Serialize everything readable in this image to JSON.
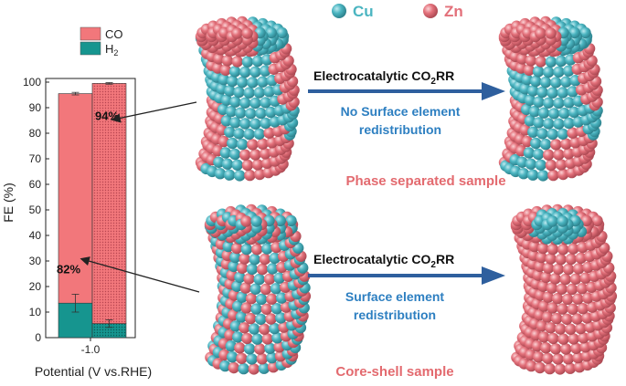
{
  "legend_top": {
    "cu_label": "Cu",
    "zn_label": "Zn"
  },
  "chart_legend": {
    "co_label": "CO",
    "h2_label": "H",
    "h2_sub": "2"
  },
  "chart_data": {
    "type": "bar",
    "ylabel": "FE (%)",
    "xlabel": "Potential (V vs.RHE)",
    "ylim": [
      0,
      100
    ],
    "yticks": [
      "0",
      "10",
      "20",
      "30",
      "40",
      "50",
      "60",
      "70",
      "80",
      "90",
      "100"
    ],
    "xtick": "-1.0",
    "bars": [
      {
        "pattern": "solid",
        "co": 82,
        "h2": 13.5,
        "h2_err": 3.5,
        "total_err": 0.5
      },
      {
        "pattern": "dotted",
        "co": 94,
        "h2": 5.5,
        "h2_err": 1.5,
        "total_err": 0.3
      }
    ],
    "annotations": [
      {
        "label": "94%",
        "bar_index": 1,
        "value": 87
      },
      {
        "label": "82%",
        "bar_index": 0,
        "value": 27
      }
    ]
  },
  "process_top": {
    "arrow_label": "Electrocatalytic CO",
    "arrow_label_sub": "2",
    "arrow_label_tail": "RR",
    "desc_line1": "No Surface element",
    "desc_line2": "redistribution",
    "sample_label": "Phase separated sample"
  },
  "process_bottom": {
    "arrow_label": "Electrocatalytic CO",
    "arrow_label_sub": "2",
    "arrow_label_tail": "RR",
    "desc_line1": "Surface element",
    "desc_line2": "redistribution",
    "sample_label": "Core-shell sample"
  },
  "colors": {
    "cu": "#4bb5c1",
    "zn": "#e3707a",
    "co_bar": "#f2777b",
    "h2_bar": "#16958f",
    "arrow": "#2e5f9e",
    "desc_text": "#2d7fc1",
    "sample_text": "#e36a6f"
  }
}
